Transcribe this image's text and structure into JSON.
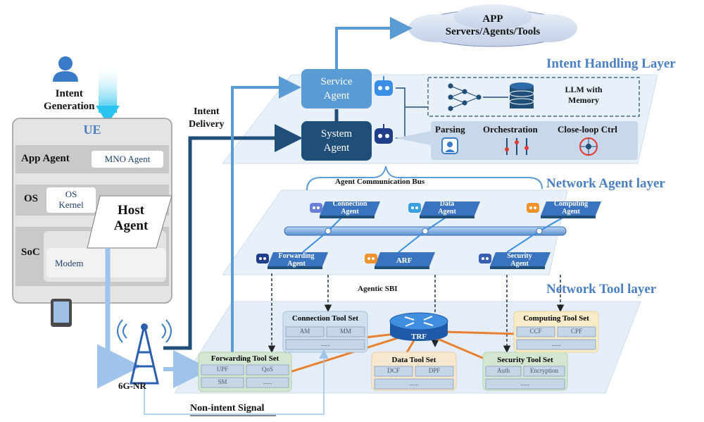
{
  "intent_generation": "Intent\nGeneration",
  "intent_delivery": "Intent\nDelivery",
  "cloud": {
    "line1": "APP",
    "line2": "Servers/Agents/Tools"
  },
  "layers": {
    "intent": "Intent Handling Layer",
    "network_agent": "Network Agent layer",
    "network_tool": "Network Tool layer"
  },
  "ue": {
    "title": "UE",
    "app_agent_label": "App Agent",
    "mno_agent": "MNO Agent",
    "os_label": "OS",
    "os_kernel": "OS\nKernel",
    "host_agent": "Host\nAgent",
    "soc_label": "SoC",
    "modem": "Modem"
  },
  "intent_layer": {
    "service_agent": "Service\nAgent",
    "system_agent": "System\nAgent",
    "llm": "LLM with\nMemory",
    "parsing": "Parsing",
    "orchestration": "Orchestration",
    "close_loop": "Close-loop Ctrl"
  },
  "agent_layer": {
    "bus_label": "Agent Communication Bus",
    "connection_agent": "Connection\nAgent",
    "data_agent": "Data\nAgent",
    "computing_agent": "Computing\nAgent",
    "forwarding_agent": "Forwarding\nAgent",
    "arf": "ARF",
    "security_agent": "Security\nAgent"
  },
  "sbi_label": "Agentic SBI",
  "tool_layer": {
    "forwarding": {
      "title": "Forwarding Tool Set",
      "items": [
        "UPF",
        "QoS",
        "SM",
        "......"
      ]
    },
    "connection": {
      "title": "Connection Tool Set",
      "items": [
        "AM",
        "MM",
        "......"
      ]
    },
    "data": {
      "title": "Data Tool Set",
      "items": [
        "DCF",
        "DPF",
        "......"
      ]
    },
    "security": {
      "title": "Security Tool Set",
      "items": [
        "Auth",
        "Encryption",
        "......"
      ]
    },
    "computing": {
      "title": "Computing Tool Set",
      "items": [
        "CCF",
        "CPF",
        "......"
      ]
    },
    "trf": "TRF"
  },
  "nr_label": "6G-NR",
  "non_intent_signal": "Non-intent Signal",
  "colors": {
    "layer_blue": "#4a7fc1",
    "service_agent": "#5b9bd5",
    "system_agent": "#1f4e79",
    "delivery_arrow": "#1f4e79",
    "tool_orange": "#e9802f"
  }
}
